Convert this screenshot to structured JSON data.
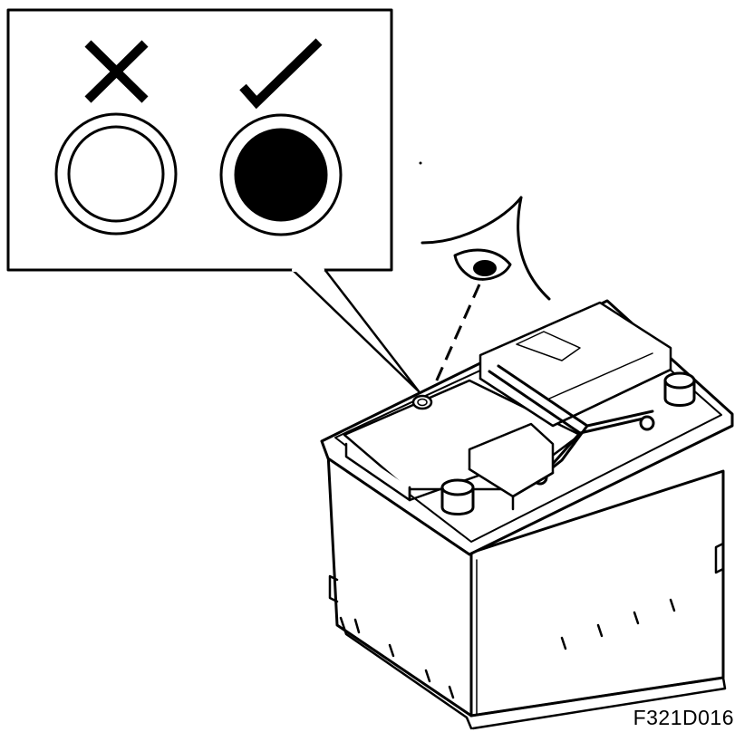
{
  "figure": {
    "code": "F321D016"
  },
  "inset": {
    "bad_indicator": {
      "mark_icon": "cross-icon",
      "state": "clear"
    },
    "good_indicator": {
      "mark_icon": "check-icon",
      "state": "dark"
    }
  },
  "colors": {
    "line": "#000000",
    "paper": "#ffffff"
  }
}
